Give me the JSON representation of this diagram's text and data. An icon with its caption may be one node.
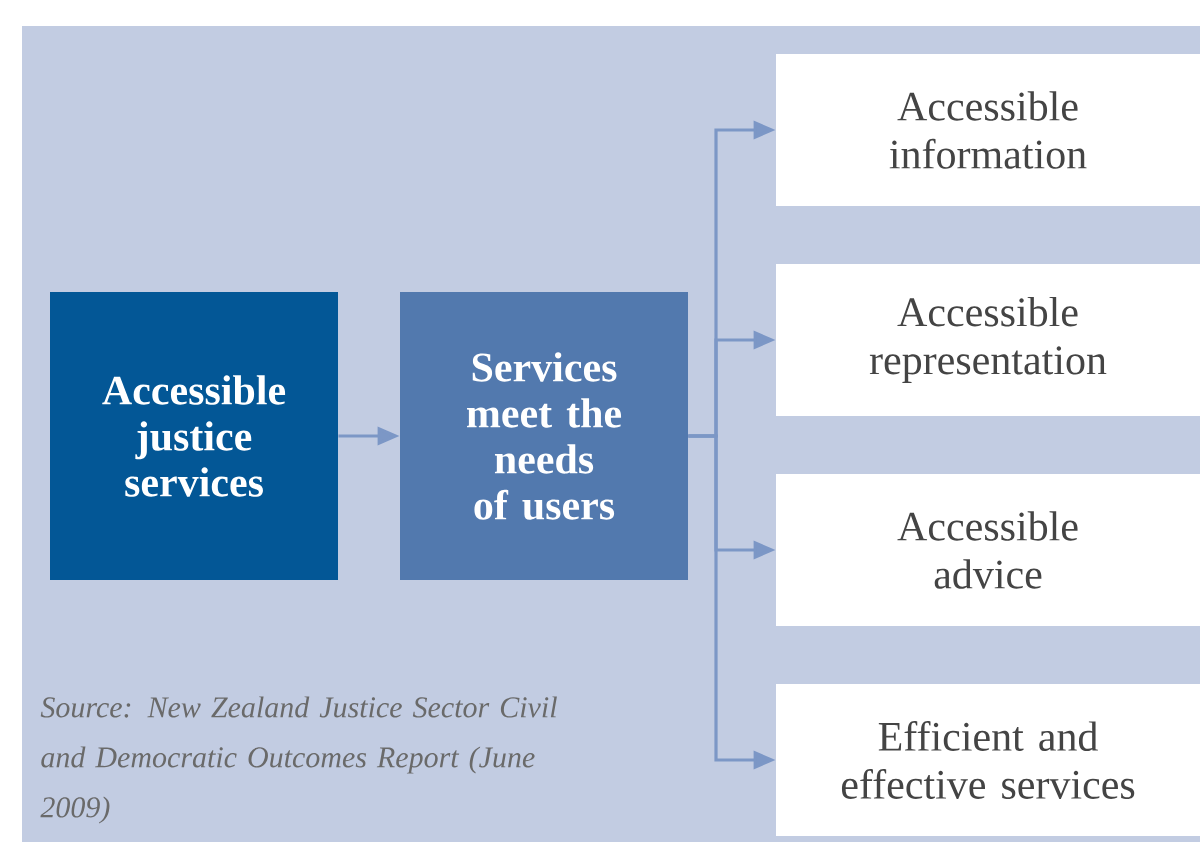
{
  "diagram": {
    "nodes": [
      {
        "text": [
          "Accessible justice services"
        ]
      },
      {
        "text": [
          "Services meet the needs of users"
        ]
      },
      {
        "text": [
          "Accessible information"
        ]
      },
      {
        "text": [
          "Accessible representation"
        ]
      },
      {
        "text": [
          "Accessible advice"
        ]
      },
      {
        "text": [
          "Efficient and effective services"
        ]
      }
    ],
    "edges": [
      {
        "from": 0,
        "to": 1,
        "arrow": "to"
      },
      {
        "from": 1,
        "to": 2,
        "arrow": "to"
      },
      {
        "from": 1,
        "to": 3,
        "arrow": "to"
      },
      {
        "from": 1,
        "to": 4,
        "arrow": "to"
      },
      {
        "from": 1,
        "to": 5,
        "arrow": "to"
      }
    ],
    "labels": [
      "Source: New Zealand Justice Sector Civil and Democratic Outcomes Report (June 2009)"
    ]
  }
}
